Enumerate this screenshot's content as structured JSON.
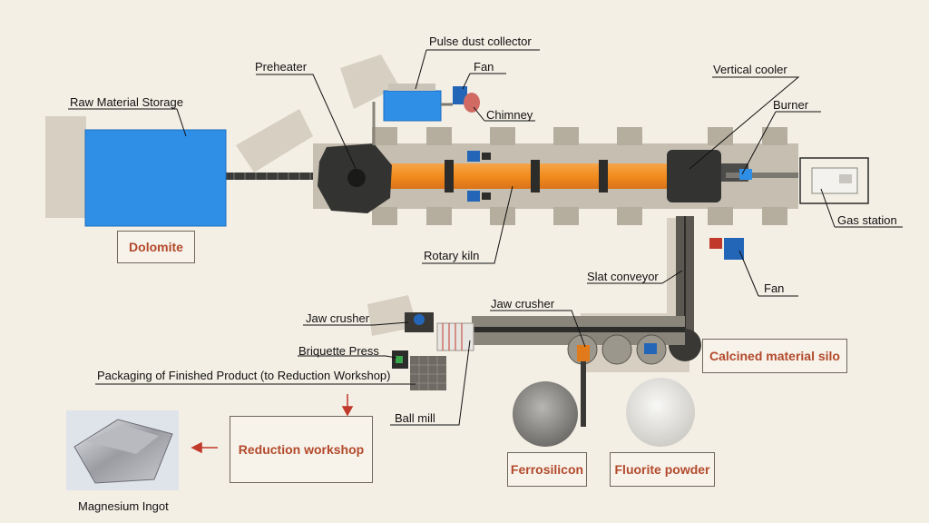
{
  "labels": {
    "pulse_dust_collector": "Pulse dust collector",
    "fan_top": "Fan",
    "preheater": "Preheater",
    "chimney": "Chimney",
    "vertical_cooler": "Vertical cooler",
    "burner": "Burner",
    "raw_material_storage": "Raw Material Storage",
    "gas_station": "Gas station",
    "rotary_kiln": "Rotary kiln",
    "slat_conveyor": "Slat conveyor",
    "fan_right": "Fan",
    "jaw_crusher_left": "Jaw crusher",
    "jaw_crusher_mid": "Jaw crusher",
    "briquette_press": "Briquette Press",
    "packaging": "Packaging of Finished Product (to Reduction Workshop)",
    "ball_mill": "Ball mill",
    "magnesium_ingot": "Magnesium Ingot"
  },
  "boxes": {
    "dolomite": "Dolomite",
    "calcined_silo": "Calcined material silo",
    "reduction_workshop": "Reduction workshop",
    "ferrosilicon": "Ferrosilicon",
    "fluorite_powder": "Fluorite powder"
  },
  "colors": {
    "storage_blue": "#2f8fe6",
    "kiln_orange": "#f28c1e",
    "box_text": "#b34a2c",
    "arrow_red": "#c0392b"
  }
}
